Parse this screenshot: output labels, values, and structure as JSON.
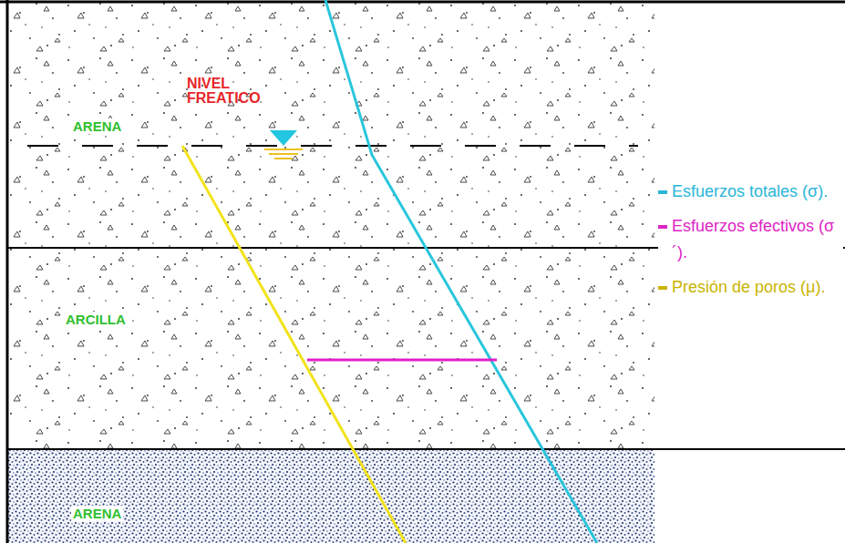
{
  "diagram": {
    "nodes": [
      {
        "text": [
          "ARENA",
          "NIVEL FREATICO"
        ]
      },
      {
        "text": [
          "ARCILLA"
        ]
      },
      {
        "text": [
          "ARENA"
        ]
      }
    ],
    "legend": [
      {
        "text": "Esfuerzos totales (σ).",
        "color": "#29b6d8"
      },
      {
        "text": "Esfuerzos efectivos (σ´).",
        "color": "#e024c4"
      },
      {
        "text": "Presión de poros (μ).",
        "color": "#c9b400"
      }
    ]
  }
}
